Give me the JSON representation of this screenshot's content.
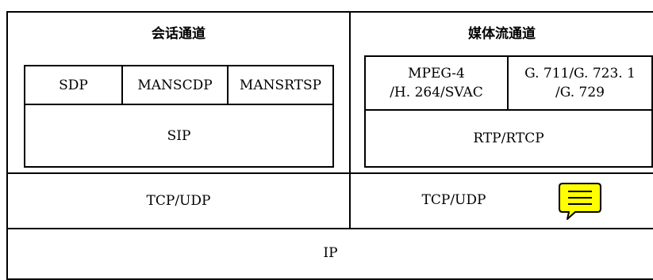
{
  "session_channel": {
    "title": "会话通道",
    "protocols": [
      "SDP",
      "MANSCDP",
      "MANSRTSP"
    ],
    "base": "SIP"
  },
  "media_channel": {
    "title": "媒体流通道",
    "video_codec": [
      "MPEG-4",
      "/H. 264/SVAC"
    ],
    "audio_codec": [
      "G. 711/G. 723. 1",
      "/G. 729"
    ],
    "base": "RTP/RTCP"
  },
  "transport": {
    "left": "TCP/UDP",
    "right": "TCP/UDP"
  },
  "network": {
    "label": "IP"
  },
  "comment_icon": {
    "name": "comment-icon",
    "fill": "#ffff00",
    "stroke": "#000000"
  }
}
